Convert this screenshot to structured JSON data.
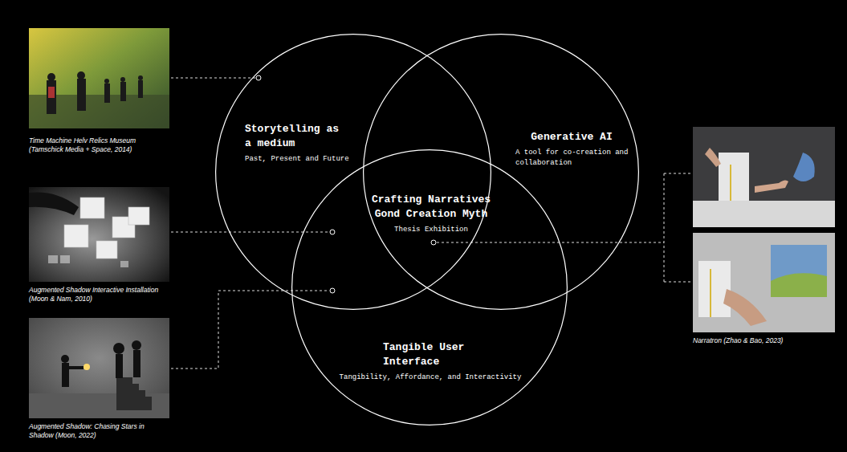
{
  "diagram": {
    "nodes": [
      {
        "text": [
          "Storytelling as a medium",
          "Past, Present and Future"
        ]
      },
      {
        "text": [
          "Generative AI",
          "A tool for co-creation and collaboration"
        ]
      },
      {
        "text": [
          "Tangible User Interface",
          "Tangibility, Affordance, and Interactivity"
        ]
      }
    ],
    "labels": [
      "Crafting Narratives Gond Creation Myth",
      "Thesis Exhibition",
      "Time Machine Helv Relics Museum (Tamschick Media + Space, 2014)",
      "Augmented Shadow Interactive Installation (Moon & Nam, 2010)",
      "Augmented Shadow: Chasing Stars in Shadow (Moon, 2022)",
      "Narratron (Zhao & Bao, 2023)"
    ]
  }
}
